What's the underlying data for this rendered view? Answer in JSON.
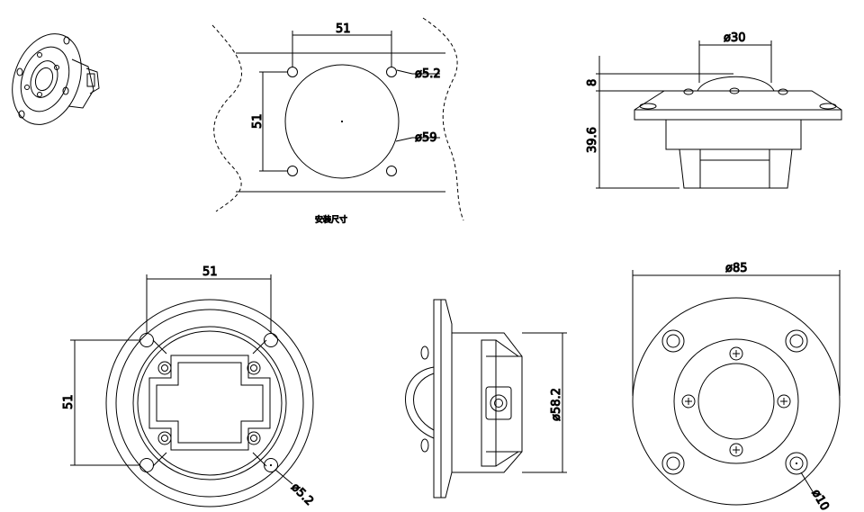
{
  "mount": {
    "caption": "安装尺寸",
    "dim_width": "51",
    "dim_height": "51",
    "dim_hole": "ø5.2",
    "dim_cutout": "ø59"
  },
  "side": {
    "dim_top": "ø30",
    "dim_dome": "8",
    "dim_height": "39.6"
  },
  "bottom": {
    "dim_width": "51",
    "dim_height": "51",
    "dim_hole": "ø5.2"
  },
  "profile": {
    "dim_body": "ø58.2"
  },
  "front": {
    "dim_outer": "ø85",
    "dim_hole": "ø10"
  },
  "colors": {
    "line": "#000000",
    "background": "#ffffff"
  }
}
